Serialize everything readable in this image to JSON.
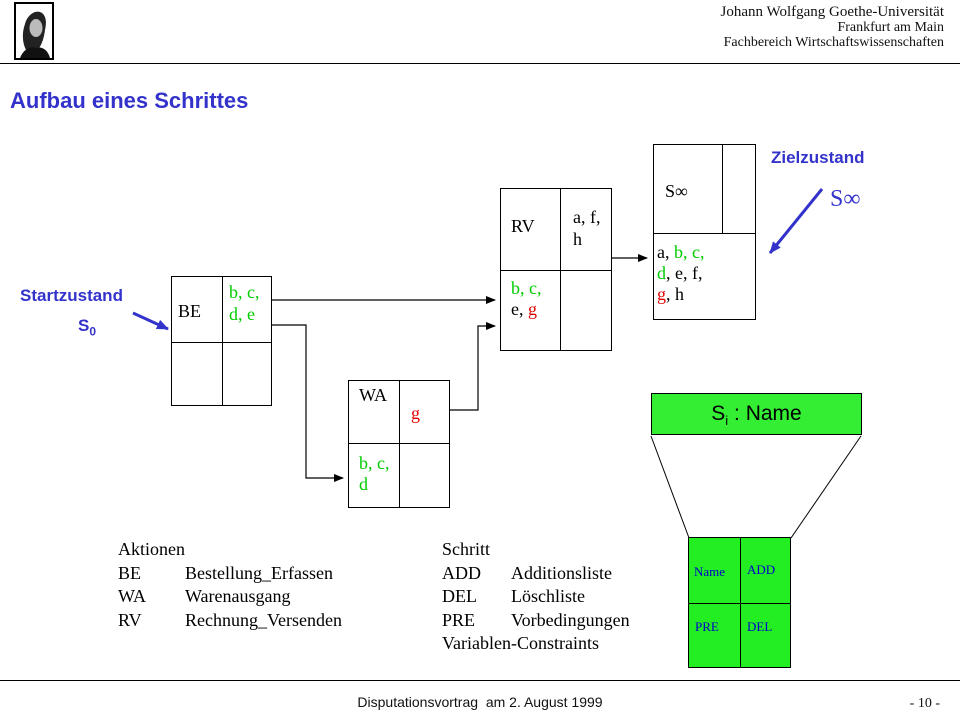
{
  "header": {
    "university": "Johann Wolfgang Goethe-Universität",
    "city": "Frankfurt am Main",
    "department": "Fachbereich Wirtschaftswissenschaften"
  },
  "title": "Aufbau eines Schrittes",
  "labels": {
    "start": "Startzustand",
    "start_symbol": "S",
    "start_sub": "0",
    "goal": "Zielzustand",
    "goal_symbol": "S∞"
  },
  "boxes": {
    "be": {
      "name": "BE",
      "add_line1": "b, c,",
      "add_line2": "d, e"
    },
    "wa": {
      "name": "WA",
      "add": "g",
      "pre_line1": "b, c,",
      "pre_line2": "d"
    },
    "rv": {
      "name": "RV",
      "add_line1": "a, f,",
      "add_line2": "h",
      "pre_line1_green": "b, c,",
      "pre_line2_black": "e, ",
      "pre_line2_red": "g"
    },
    "goal": {
      "name": "S∞",
      "l1_black": "a, ",
      "l1_green": "b, c,",
      "l2_green": "d",
      "l2_black": ", e, f,",
      "l3_red": "g",
      "l3_black": ", h"
    }
  },
  "schema": {
    "name_label_s": "S",
    "name_label_sub": "i",
    "name_label_rest": " : Name",
    "cells": {
      "name": "Name",
      "add": "ADD",
      "pre": "PRE",
      "del": "DEL"
    }
  },
  "legend": {
    "actions_header": "Aktionen",
    "actions": [
      {
        "code": "BE",
        "desc": "Bestellung_Erfassen"
      },
      {
        "code": "WA",
        "desc": "Warenausgang"
      },
      {
        "code": "RV",
        "desc": "Rechnung_Versenden"
      }
    ],
    "step_header": "Schritt",
    "step": [
      {
        "code": "ADD",
        "desc": "Additionsliste"
      },
      {
        "code": "DEL",
        "desc": "Löschliste"
      },
      {
        "code": "PRE",
        "desc": "Vorbedingungen"
      }
    ],
    "step_extra": "Variablen-Constraints"
  },
  "footer": {
    "text": "Disputationsvortrag  am 2. August 1999",
    "page": "- 10 -"
  },
  "colors": {
    "title_blue": "#3333cc",
    "add_green": "#00cc00",
    "del_red": "#e00000",
    "box_fill_green": "#33ee33"
  }
}
